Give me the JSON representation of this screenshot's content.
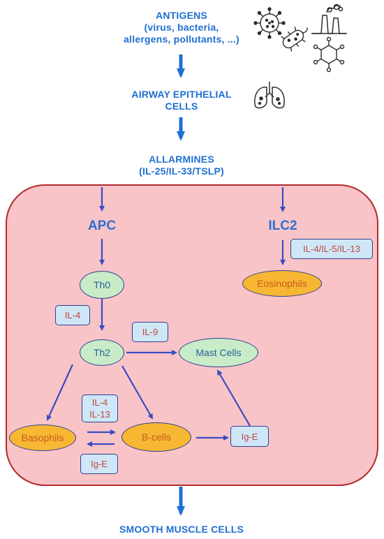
{
  "antigens": {
    "line1": "ANTIGENS",
    "line2": "(virus, bacteria,",
    "line3": "allergens, pollutants, ...)"
  },
  "epithelial": {
    "line1": "AIRWAY EPITHELIAL",
    "line2": "CELLS"
  },
  "allarmines": {
    "line1": "ALLARMINES",
    "line2": "(IL-25/IL-33/TSLP)"
  },
  "apc": "APC",
  "ilc2": "ILC2",
  "th0": "Th0",
  "th2": "Th2",
  "eosinophils": "Eosinophils",
  "mast_cells": "Mast Cells",
  "basophils": "Basophils",
  "b_cells": "B-cells",
  "labels": {
    "il4": "IL-4",
    "il9": "IL-9",
    "ilc2_cytokines": "IL-4/IL-5/IL-13",
    "il4_b": "IL-4",
    "il13": "IL-13",
    "ige_bottom": "Ig-E",
    "ige_right": "Ig-E"
  },
  "smooth_muscle": "SMOOTH MUSCLE CELLS",
  "colors": {
    "region_fill": "#f8c4c8",
    "region_border": "#b22a2a",
    "header_blue": "#1f6fd1",
    "arrow_blue": "#3a4cc4"
  },
  "icons": [
    "virus-icon",
    "factory-icon",
    "bacteria-icon",
    "molecule-icon",
    "lungs-icon"
  ]
}
